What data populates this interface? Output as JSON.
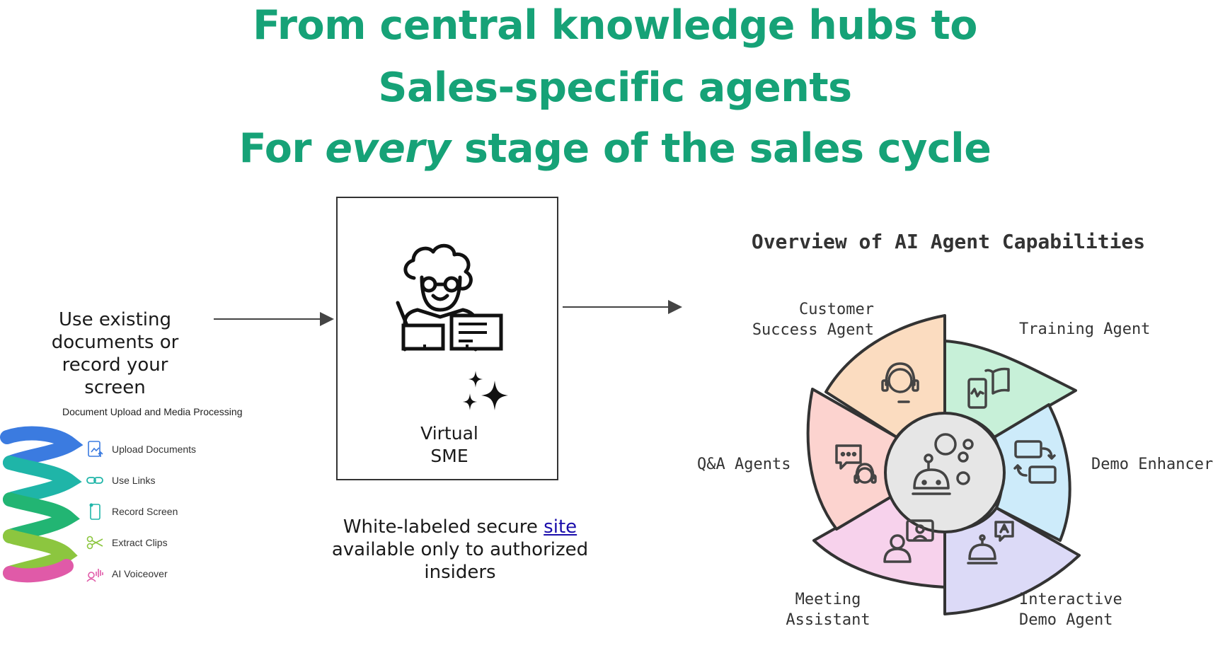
{
  "header": {
    "line1": "From central knowledge hubs to",
    "line2": "Sales-specific agents",
    "line3_prefix": "For",
    "line3_emph": "every",
    "line3_suffix": "stage of the sales cycle"
  },
  "left": {
    "description": "Use existing documents or record your screen",
    "caption": "Document Upload and Media Processing",
    "features": [
      {
        "label": "Upload Documents",
        "icon": "upload-document-icon"
      },
      {
        "label": "Use Links",
        "icon": "link-icon"
      },
      {
        "label": "Record Screen",
        "icon": "record-screen-icon"
      },
      {
        "label": "Extract Clips",
        "icon": "scissors-icon"
      },
      {
        "label": "AI Voiceover",
        "icon": "voiceover-icon"
      }
    ],
    "colors": {
      "blue": "#3b7be0",
      "teal": "#1fb5a8",
      "green": "#22b573",
      "lime": "#8cc63f",
      "pink": "#e05aa8"
    }
  },
  "center": {
    "sme_label": "Virtual SME",
    "footer_prefix": "White-labeled secure",
    "footer_link": "site",
    "footer_suffix": "available only to authorized insiders",
    "icons": [
      "scientist-icon",
      "sparkles-icon"
    ]
  },
  "overview": {
    "title": "Overview of AI Agent Capabilities",
    "segments": [
      {
        "label": "Customer Success Agent",
        "color": "#fbdcc0",
        "icon": "headset-icon"
      },
      {
        "label": "Training Agent",
        "color": "#c7f0d8",
        "icon": "mobile-book-icon"
      },
      {
        "label": "Demo Enhancer",
        "color": "#cdebfa",
        "icon": "devices-sync-icon"
      },
      {
        "label": "Interactive Demo Agent",
        "color": "#dcdaf7",
        "icon": "robot-chat-icon"
      },
      {
        "label": "Meeting Assistant",
        "color": "#f7d2ec",
        "icon": "presenter-icon"
      },
      {
        "label": "Q&A Agents",
        "color": "#fcd3cf",
        "icon": "chat-support-icon"
      }
    ],
    "hub_color": "#e6e6e6",
    "hub_icon": "robot-hub-icon"
  }
}
